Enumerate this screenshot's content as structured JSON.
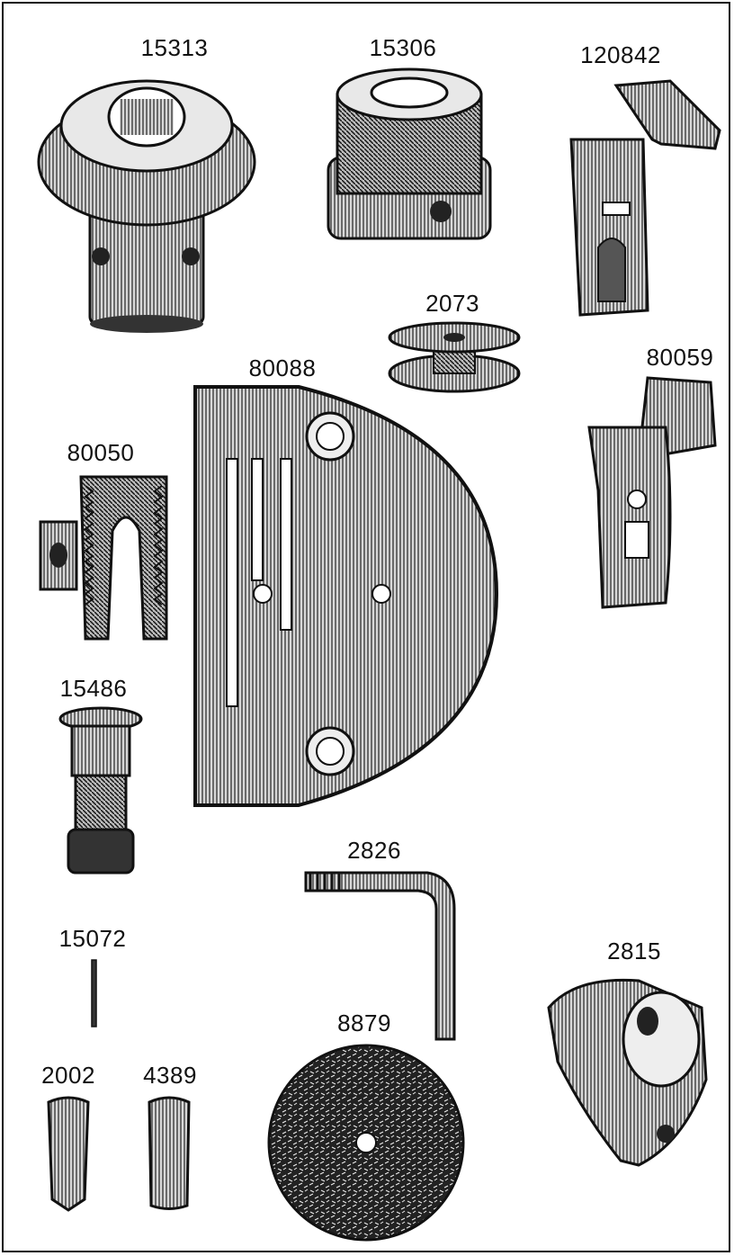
{
  "parts": [
    {
      "number": "15313"
    },
    {
      "number": "15306"
    },
    {
      "number": "120842"
    },
    {
      "number": "2073"
    },
    {
      "number": "80088"
    },
    {
      "number": "80059"
    },
    {
      "number": "80050"
    },
    {
      "number": "15486"
    },
    {
      "number": "2826"
    },
    {
      "number": "15072"
    },
    {
      "number": "2815"
    },
    {
      "number": "8879"
    },
    {
      "number": "2002"
    },
    {
      "number": "4389"
    }
  ]
}
